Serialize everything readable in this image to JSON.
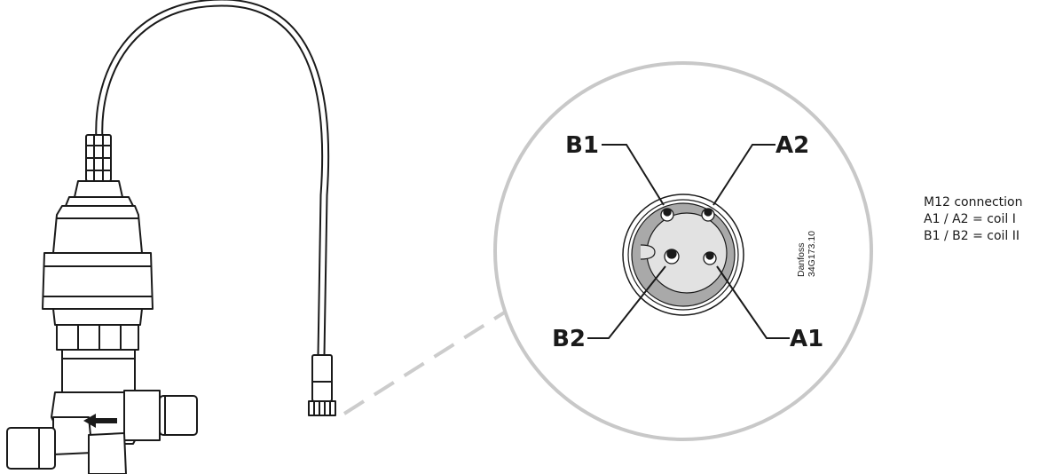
{
  "diagram": {
    "pins": [
      {
        "id": "B1",
        "label": "B1"
      },
      {
        "id": "A2",
        "label": "A2"
      },
      {
        "id": "B2",
        "label": "B2"
      },
      {
        "id": "A1",
        "label": "A1"
      }
    ],
    "code": {
      "brand": "Danfoss",
      "number": "34G173.10"
    },
    "legend": {
      "title": "M12 connection",
      "line_a": "A1 / A2 = coil I",
      "line_b": "B1 / B2 = coil II"
    },
    "colors": {
      "line": "#1a1a1a",
      "circle": "#c8c8c8",
      "connector_ring": "#a9a9a9",
      "dash": "#cccccc"
    }
  }
}
